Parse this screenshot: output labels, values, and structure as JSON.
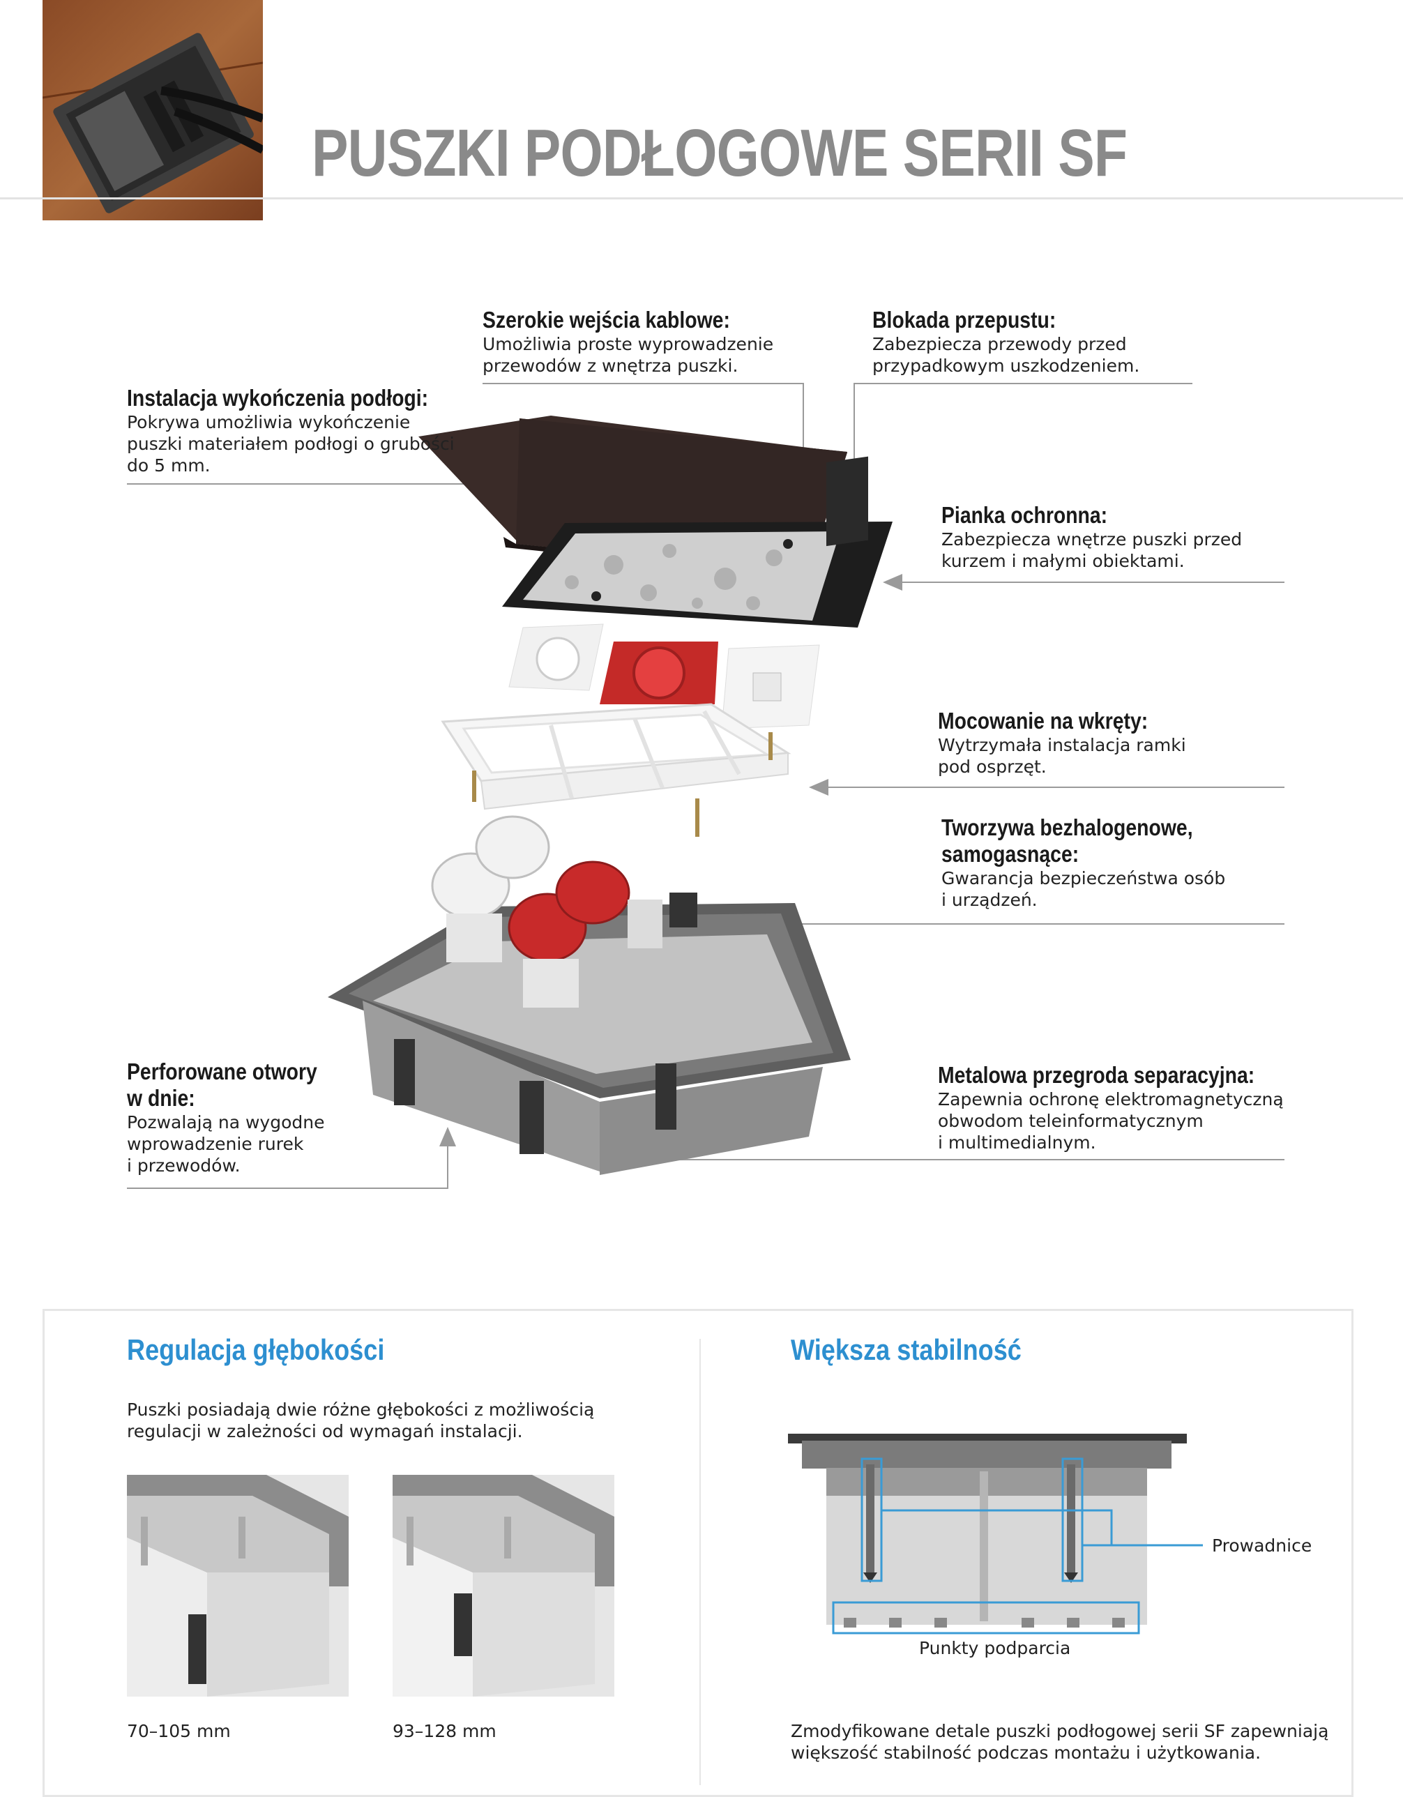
{
  "header": {
    "title": "PUSZKI PODŁOGOWE SERII SF"
  },
  "callouts": {
    "floor_finish": {
      "heading": "Instalacja wykończenia podłogi:",
      "lines": [
        "Pokrywa umożliwia wykończenie",
        "puszki materiałem podłogi o grubości",
        "do 5 mm."
      ]
    },
    "cable_entries": {
      "heading": "Szerokie wejścia kablowe:",
      "lines": [
        "Umożliwia proste wyprowadzenie",
        "przewodów z wnętrza puszki."
      ]
    },
    "passage_lock": {
      "heading": "Blokada przepustu:",
      "lines": [
        "Zabezpiecza przewody przed",
        "przypadkowym uszkodzeniem."
      ]
    },
    "protective_foam": {
      "heading": "Pianka ochronna:",
      "lines": [
        "Zabezpiecza wnętrze puszki przed",
        "kurzem i małymi obiektami."
      ]
    },
    "screw_mount": {
      "heading": "Mocowanie na wkręty:",
      "lines": [
        "Wytrzymała instalacja ramki",
        "pod osprzęt."
      ]
    },
    "halogen_free": {
      "heading_lines": [
        "Tworzywa bezhalogenowe,",
        "samogasnące:"
      ],
      "lines": [
        "Gwarancja bezpieczeństwa osób",
        "i urządzeń."
      ]
    },
    "perforated": {
      "heading_lines": [
        "Perforowane otwory",
        "w dnie:"
      ],
      "lines": [
        "Pozwalają na wygodne",
        "wprowadzenie rurek",
        "i przewodów."
      ]
    },
    "metal_divider": {
      "heading": "Metalowa przegroda separacyjna:",
      "lines": [
        "Zapewnia ochronę elektromagnetyczną",
        "obwodom teleinformatycznym",
        "i multimedialnym."
      ]
    }
  },
  "depth_section": {
    "heading": "Regulacja głębokości",
    "lines": [
      "Puszki posiadają dwie różne głębokości z możliwością",
      "regulacji w zależności od wymagań instalacji."
    ],
    "option_1": "70–105 mm",
    "option_2": "93–128 mm"
  },
  "stability_section": {
    "heading": "Większa stabilność",
    "label_guides": "Prowadnice",
    "label_support": "Punkty podparcia",
    "lines": [
      "Zmodyfikowane detale puszki podłogowej serii SF zapewniają",
      "większość stabilność podczas montażu i użytkowania."
    ]
  },
  "colors": {
    "accent_blue": "#2d8fd0",
    "title_gray": "#8a8a8a",
    "highlight_blue": "#3a9bd5"
  }
}
